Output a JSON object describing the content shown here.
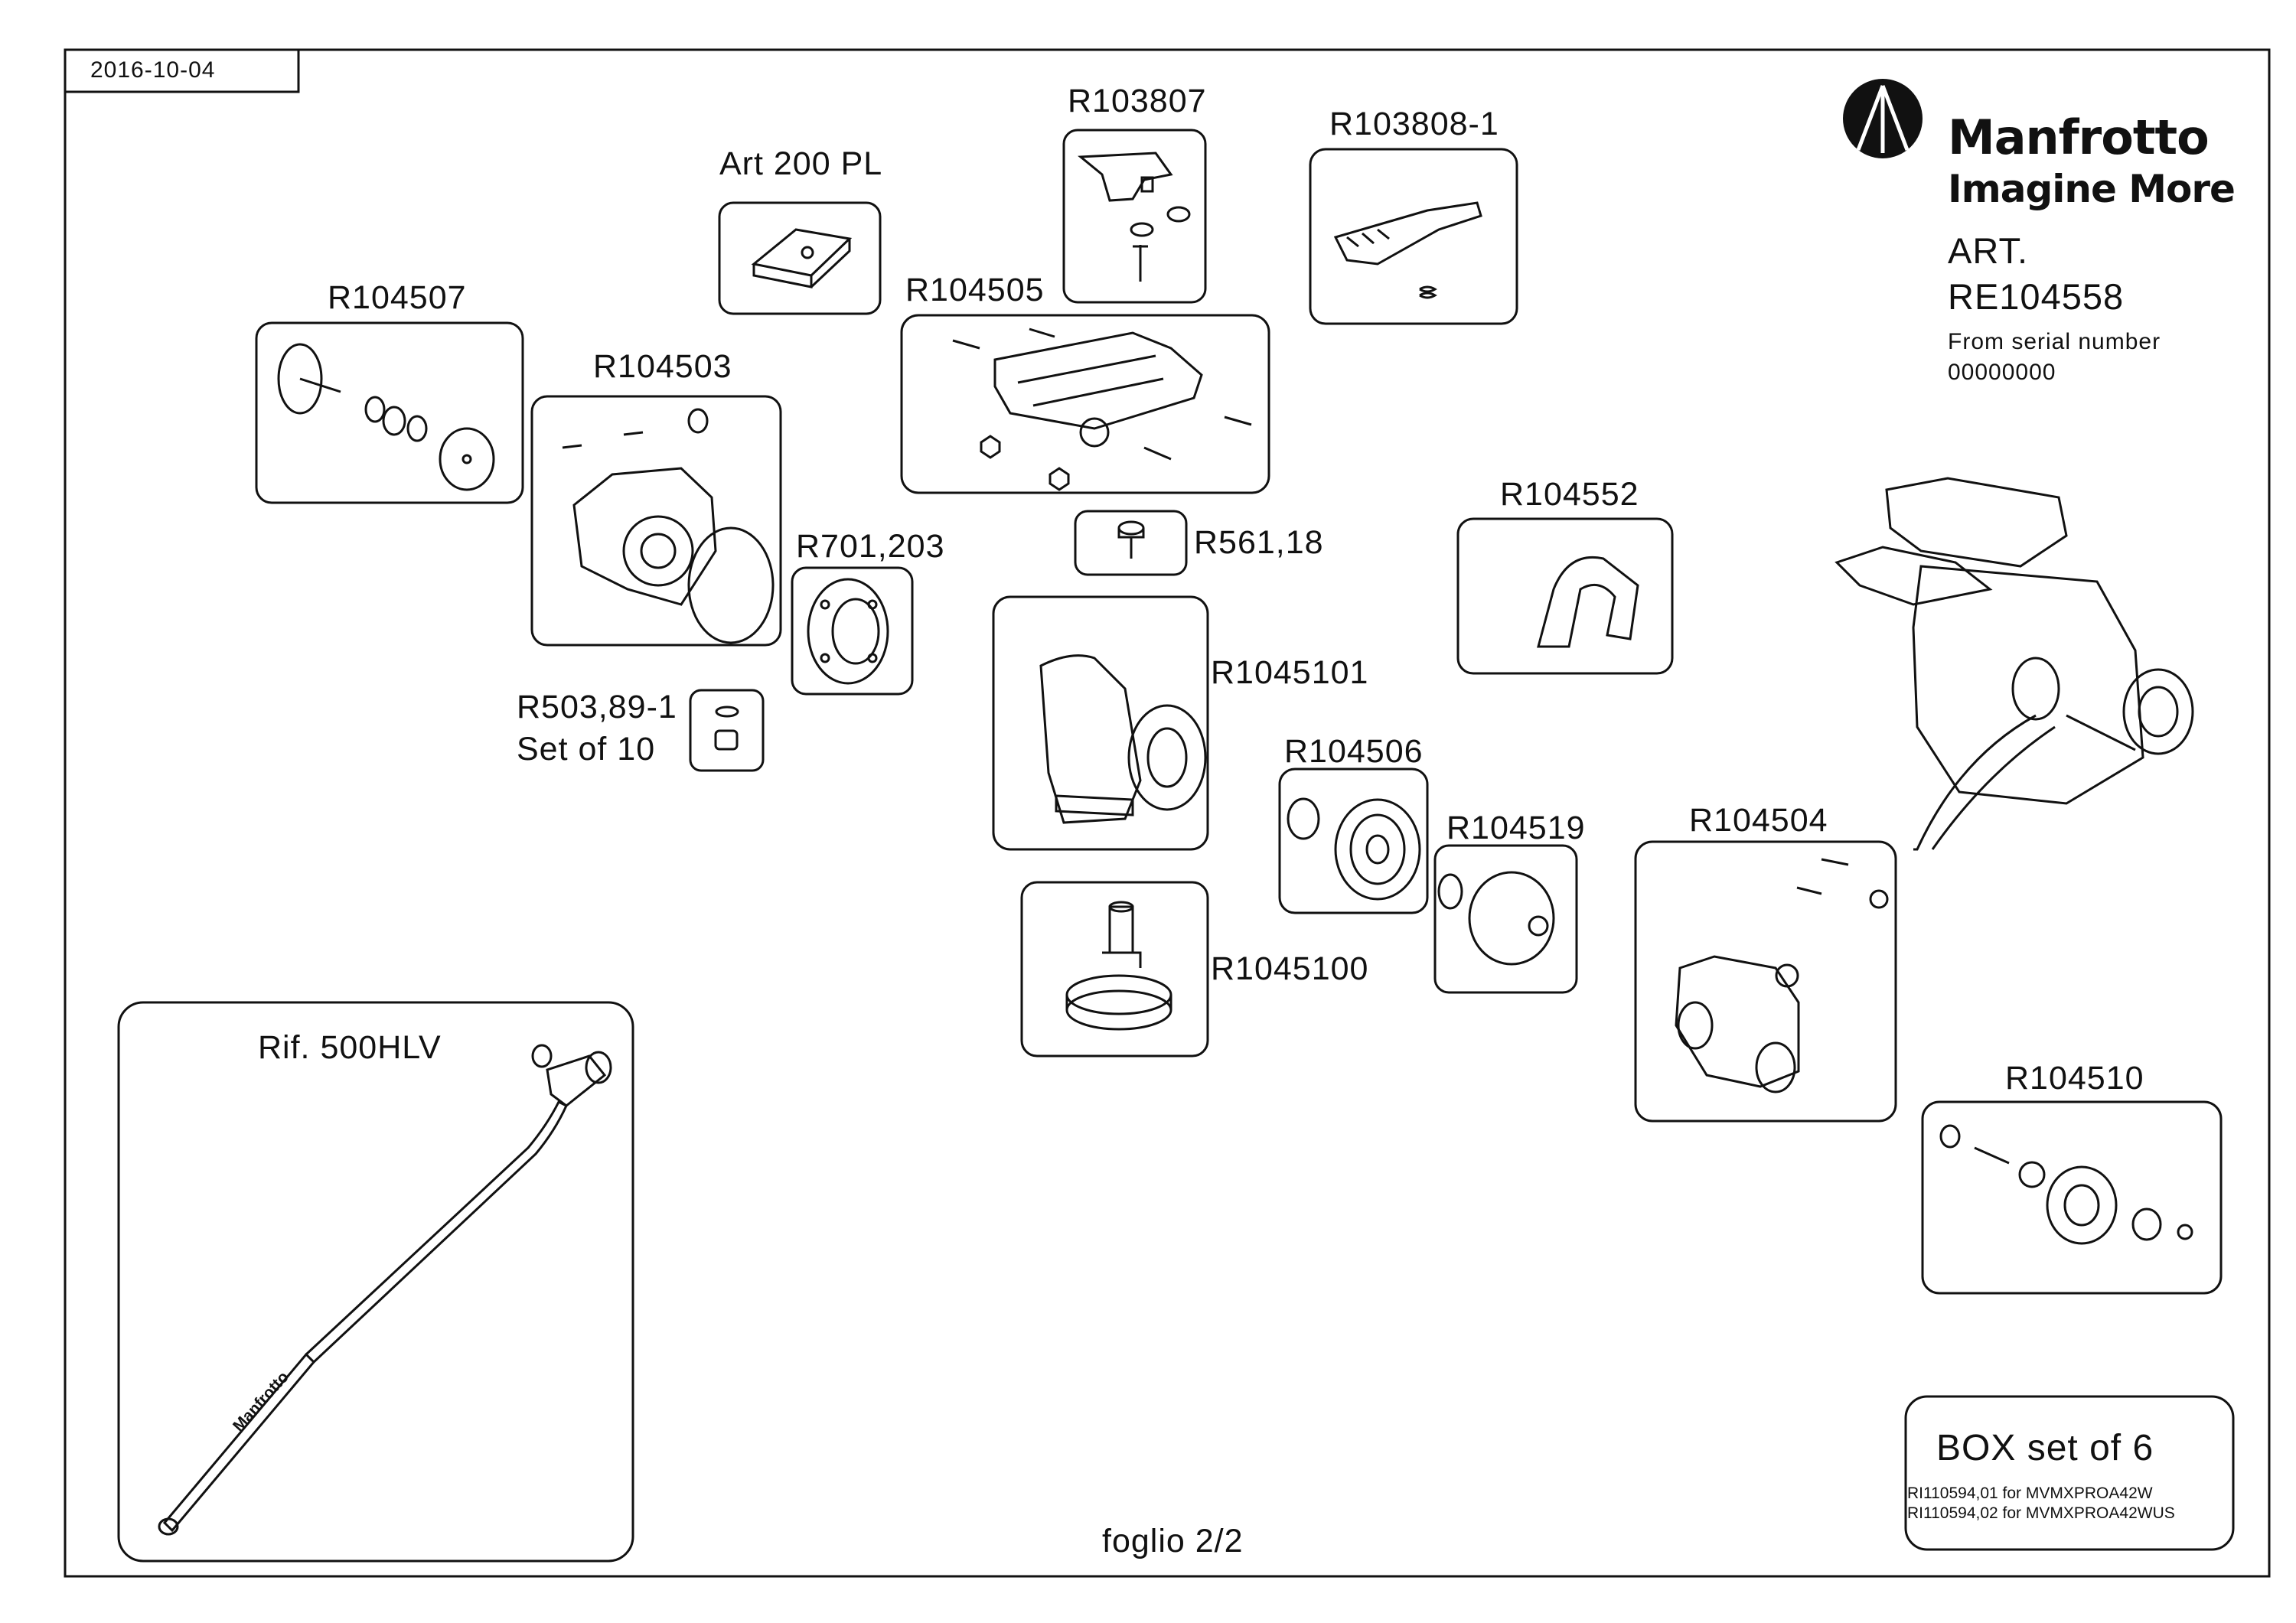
{
  "header": {
    "date": "2016-10-04",
    "brand_name": "Manfrotto",
    "brand_tagline": "Imagine More",
    "art_label": "ART.",
    "art_code": "RE104558",
    "serial_label": "From serial number",
    "serial_value": "00000000"
  },
  "parts": {
    "p_200pl": "Art 200 PL",
    "p_r103807": "R103807",
    "p_r1038081": "R103808-1",
    "p_r104507": "R104507",
    "p_r104503": "R104503",
    "p_r104505": "R104505",
    "p_r561": "R561,18",
    "p_r701": "R701,203",
    "p_r503": "R503,89-1",
    "p_r503_set": "Set of 10",
    "p_r104552": "R104552",
    "p_r1045101": "R1045101",
    "p_r104506": "R104506",
    "p_r104519": "R104519",
    "p_r104504": "R104504",
    "p_r1045100": "R1045100",
    "p_r104510": "R104510",
    "p_rif500": "Rif. 500HLV"
  },
  "box_set": {
    "title": "BOX set of 6",
    "line1": "RI110594,01 for MVMXPROA42W",
    "line2": "RI110594,02 for MVMXPROA42WUS"
  },
  "footer": {
    "sheet": "foglio 2/2"
  },
  "handle_brand": "Manfrotto"
}
